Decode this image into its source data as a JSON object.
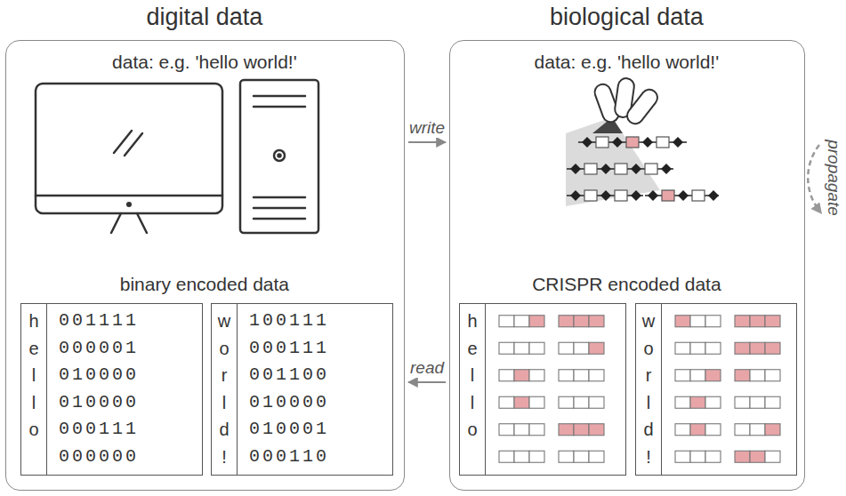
{
  "diagram": {
    "nodes": [
      {
        "text": [
          "digital data",
          "data: e.g. 'hello world!'",
          "binary encoded data"
        ]
      },
      {
        "text": [
          "h",
          "e",
          "l",
          "l",
          "o",
          "001111",
          "000001",
          "010000",
          "010000",
          "000111",
          "000000"
        ],
        "in": 0
      },
      {
        "text": [
          "w",
          "o",
          "r",
          "l",
          "d",
          "!",
          "100111",
          "000111",
          "001100",
          "010000",
          "010001",
          "000110"
        ],
        "in": 0
      },
      {
        "text": [
          "biological data",
          "data: e.g. 'hello world!'",
          "CRISPR encoded data"
        ]
      },
      {
        "text": [
          "h",
          "e",
          "l",
          "l",
          "o"
        ],
        "in": 3
      },
      {
        "text": [
          "w",
          "o",
          "r",
          "l",
          "d",
          "!"
        ],
        "in": 3
      }
    ],
    "edges": [
      {
        "from": 0,
        "to": 3,
        "label": "write",
        "arrow": "to"
      },
      {
        "from": 3,
        "to": 0,
        "label": "read",
        "arrow": "to"
      }
    ],
    "labels": [
      "propagate"
    ]
  }
}
